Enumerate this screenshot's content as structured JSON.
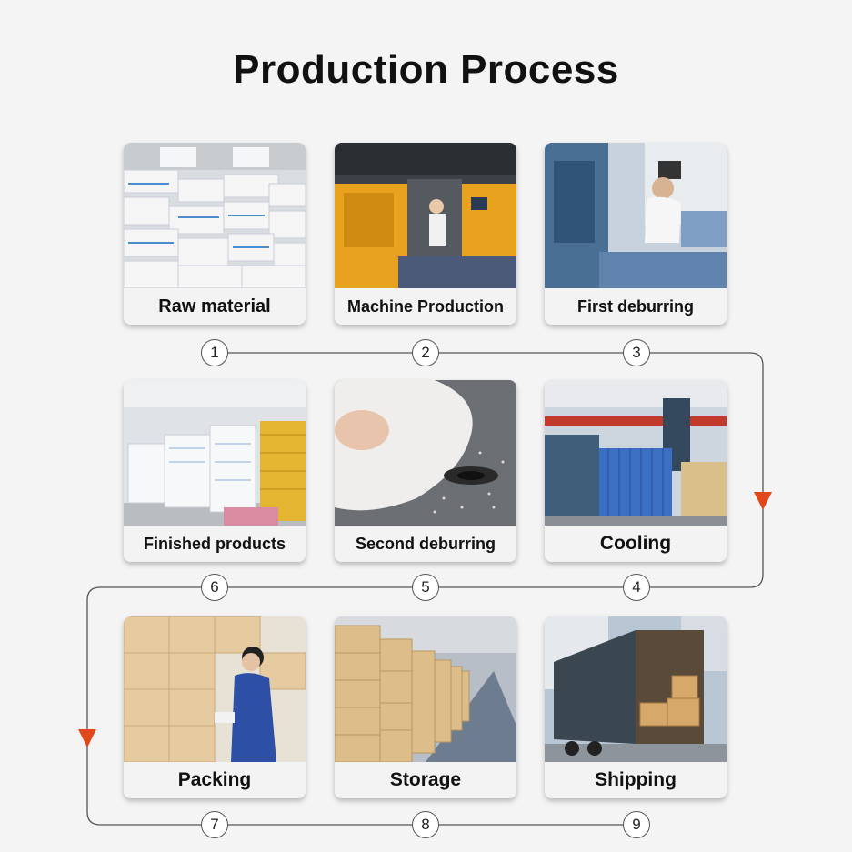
{
  "title": "Production Process",
  "steps": [
    {
      "number": "1",
      "label": "Raw material"
    },
    {
      "number": "2",
      "label": "Machine Production"
    },
    {
      "number": "3",
      "label": "First deburring"
    },
    {
      "number": "4",
      "label": "Cooling"
    },
    {
      "number": "5",
      "label": "Second deburring"
    },
    {
      "number": "6",
      "label": "Finished products"
    },
    {
      "number": "7",
      "label": "Packing"
    },
    {
      "number": "8",
      "label": "Storage"
    },
    {
      "number": "9",
      "label": "Shipping"
    }
  ],
  "colors": {
    "arrow": "#e2461b",
    "line": "#555555",
    "background": "#f4f4f4"
  }
}
